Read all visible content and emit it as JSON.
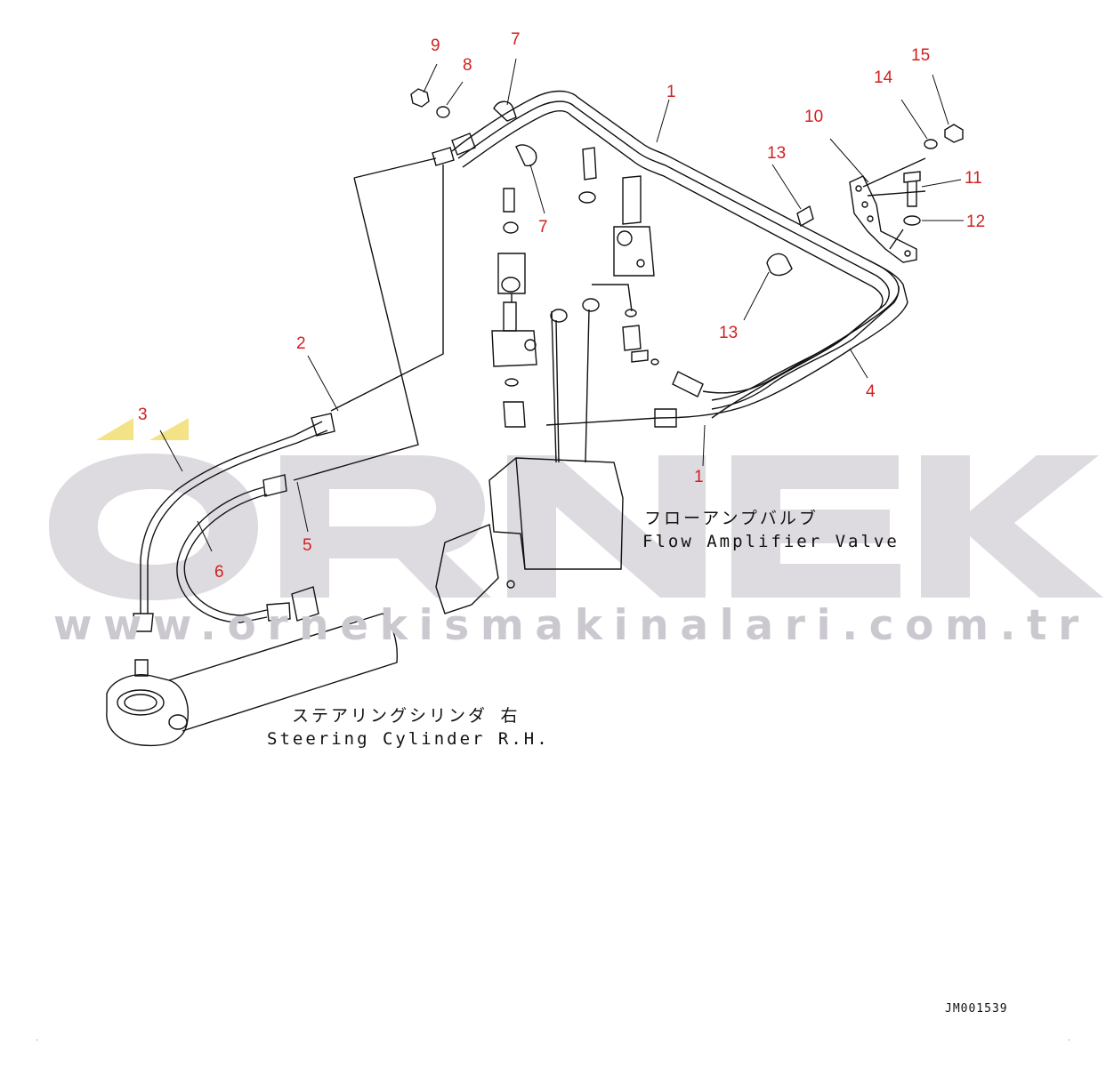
{
  "watermark": {
    "brand": "ÖRNEK",
    "url": "www.ornekismakinalari.com.tr",
    "color": "#cbc9cf",
    "accent": "#f3e07a"
  },
  "callout_color": "#d32020",
  "callouts": {
    "c1_top": "1",
    "c1_bottom": "1",
    "c2": "2",
    "c3": "3",
    "c4": "4",
    "c5": "5",
    "c6": "6",
    "c7_top": "7",
    "c7_mid": "7",
    "c8": "8",
    "c9": "9",
    "c10": "10",
    "c11": "11",
    "c12": "12",
    "c13_top": "13",
    "c13_bottom": "13",
    "c14": "14",
    "c15": "15"
  },
  "labels": {
    "flow_valve_jp": "フローアンプバルブ",
    "flow_valve_en": "Flow Amplifier Valve",
    "steering_jp": "ステアリングシリンダ 右",
    "steering_en": "Steering Cylinder R.H."
  },
  "drawing_code": "JM001539"
}
